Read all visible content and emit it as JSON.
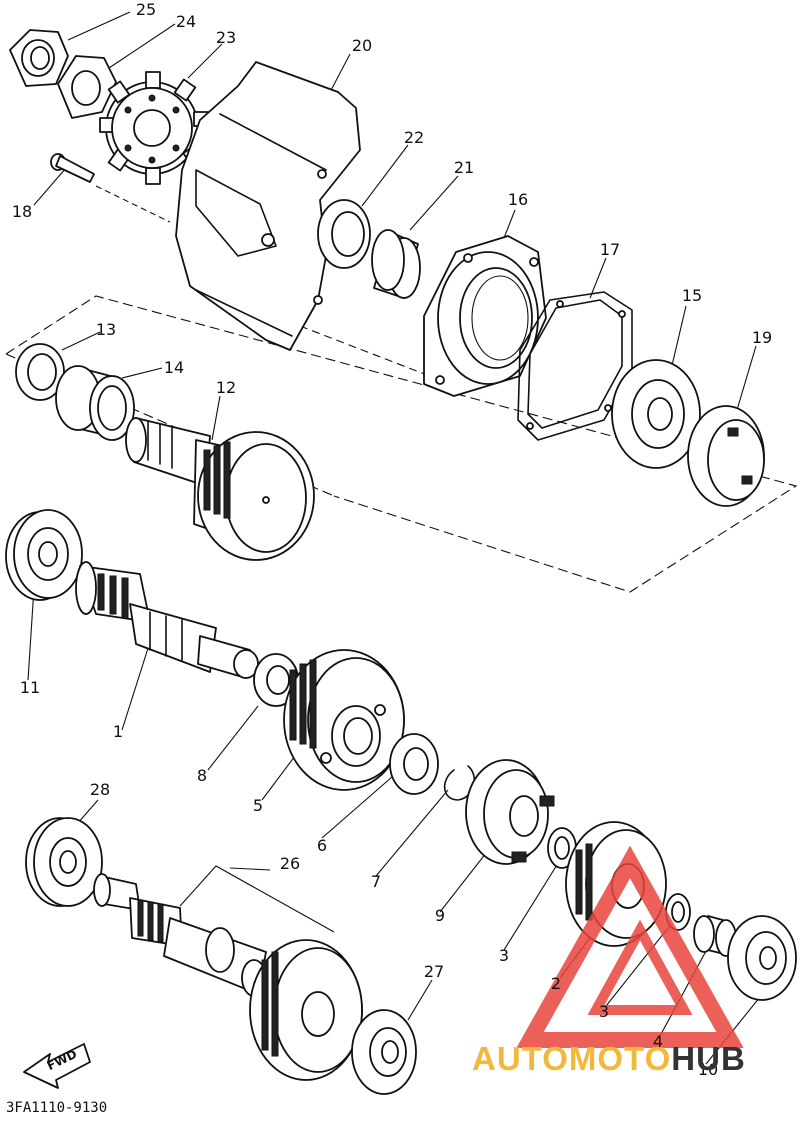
{
  "parts": [
    {
      "id": "25",
      "label": "25"
    },
    {
      "id": "24",
      "label": "24"
    },
    {
      "id": "23",
      "label": "23"
    },
    {
      "id": "20",
      "label": "20"
    },
    {
      "id": "22",
      "label": "22"
    },
    {
      "id": "21",
      "label": "21"
    },
    {
      "id": "16",
      "label": "16"
    },
    {
      "id": "18",
      "label": "18"
    },
    {
      "id": "17",
      "label": "17"
    },
    {
      "id": "15",
      "label": "15"
    },
    {
      "id": "13",
      "label": "13"
    },
    {
      "id": "14",
      "label": "14"
    },
    {
      "id": "12",
      "label": "12"
    },
    {
      "id": "19",
      "label": "19"
    },
    {
      "id": "11",
      "label": "11"
    },
    {
      "id": "1",
      "label": "1"
    },
    {
      "id": "8",
      "label": "8"
    },
    {
      "id": "5",
      "label": "5"
    },
    {
      "id": "6",
      "label": "6"
    },
    {
      "id": "7",
      "label": "7"
    },
    {
      "id": "28",
      "label": "28"
    },
    {
      "id": "26",
      "label": "26"
    },
    {
      "id": "9",
      "label": "9"
    },
    {
      "id": "3a",
      "label": "3"
    },
    {
      "id": "2",
      "label": "2"
    },
    {
      "id": "3b",
      "label": "3"
    },
    {
      "id": "27",
      "label": "27"
    },
    {
      "id": "4",
      "label": "4"
    },
    {
      "id": "10",
      "label": "10"
    }
  ],
  "direction_arrow": "FWD",
  "diagram_code": "3FA1110-9130",
  "watermark": {
    "part1": "AUTOMOTO",
    "part2": "HUB",
    "accent_color": "#f3b73a",
    "triangle_color": "#e8453c"
  }
}
